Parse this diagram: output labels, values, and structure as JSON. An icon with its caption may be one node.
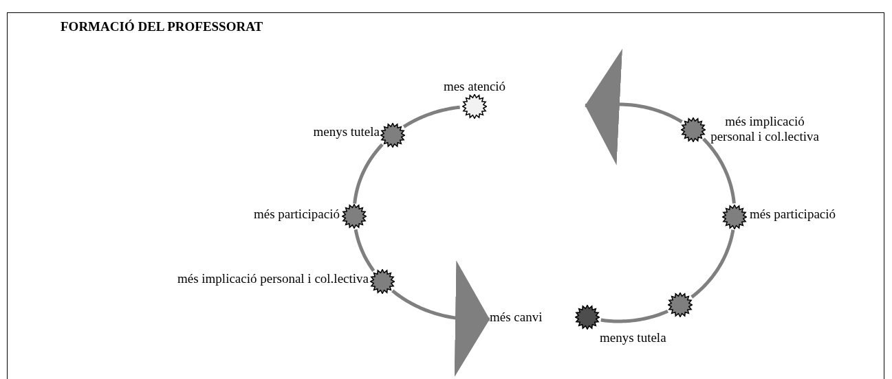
{
  "diagram": {
    "title": "FORMACIÓ DEL PROFESSORAT",
    "nodes": [
      {
        "text": [],
        "shape": "star",
        "beside": [
          "mes atenció"
        ]
      },
      {
        "text": [],
        "shape": "star",
        "beside": [
          "menys tutela"
        ]
      },
      {
        "text": [],
        "shape": "star",
        "beside": [
          "més participació"
        ]
      },
      {
        "text": [],
        "shape": "star",
        "beside": [
          "més implicació personal i col.lectiva"
        ]
      },
      {
        "text": [
          "més canvi"
        ]
      },
      {
        "text": [],
        "shape": "star",
        "beside": [
          "menys tutela"
        ]
      },
      {
        "text": [],
        "shape": "star"
      },
      {
        "text": [],
        "shape": "star",
        "beside": [
          "més participació"
        ]
      },
      {
        "text": [],
        "shape": "star",
        "beside": [
          "més implicació personal i col.lectiva"
        ]
      }
    ],
    "edges": [
      {
        "from": 0,
        "to": 1,
        "arrow": "none"
      },
      {
        "from": 1,
        "to": 2,
        "arrow": "none"
      },
      {
        "from": 2,
        "to": 3,
        "arrow": "none"
      },
      {
        "from": 3,
        "to": 4,
        "arrow": "to"
      },
      {
        "from": 5,
        "to": 6,
        "arrow": "none"
      },
      {
        "from": 6,
        "to": 7,
        "arrow": "none"
      },
      {
        "from": 7,
        "to": 8,
        "arrow": "none"
      },
      {
        "from": 8,
        "to": null,
        "arrow": "to"
      }
    ]
  }
}
